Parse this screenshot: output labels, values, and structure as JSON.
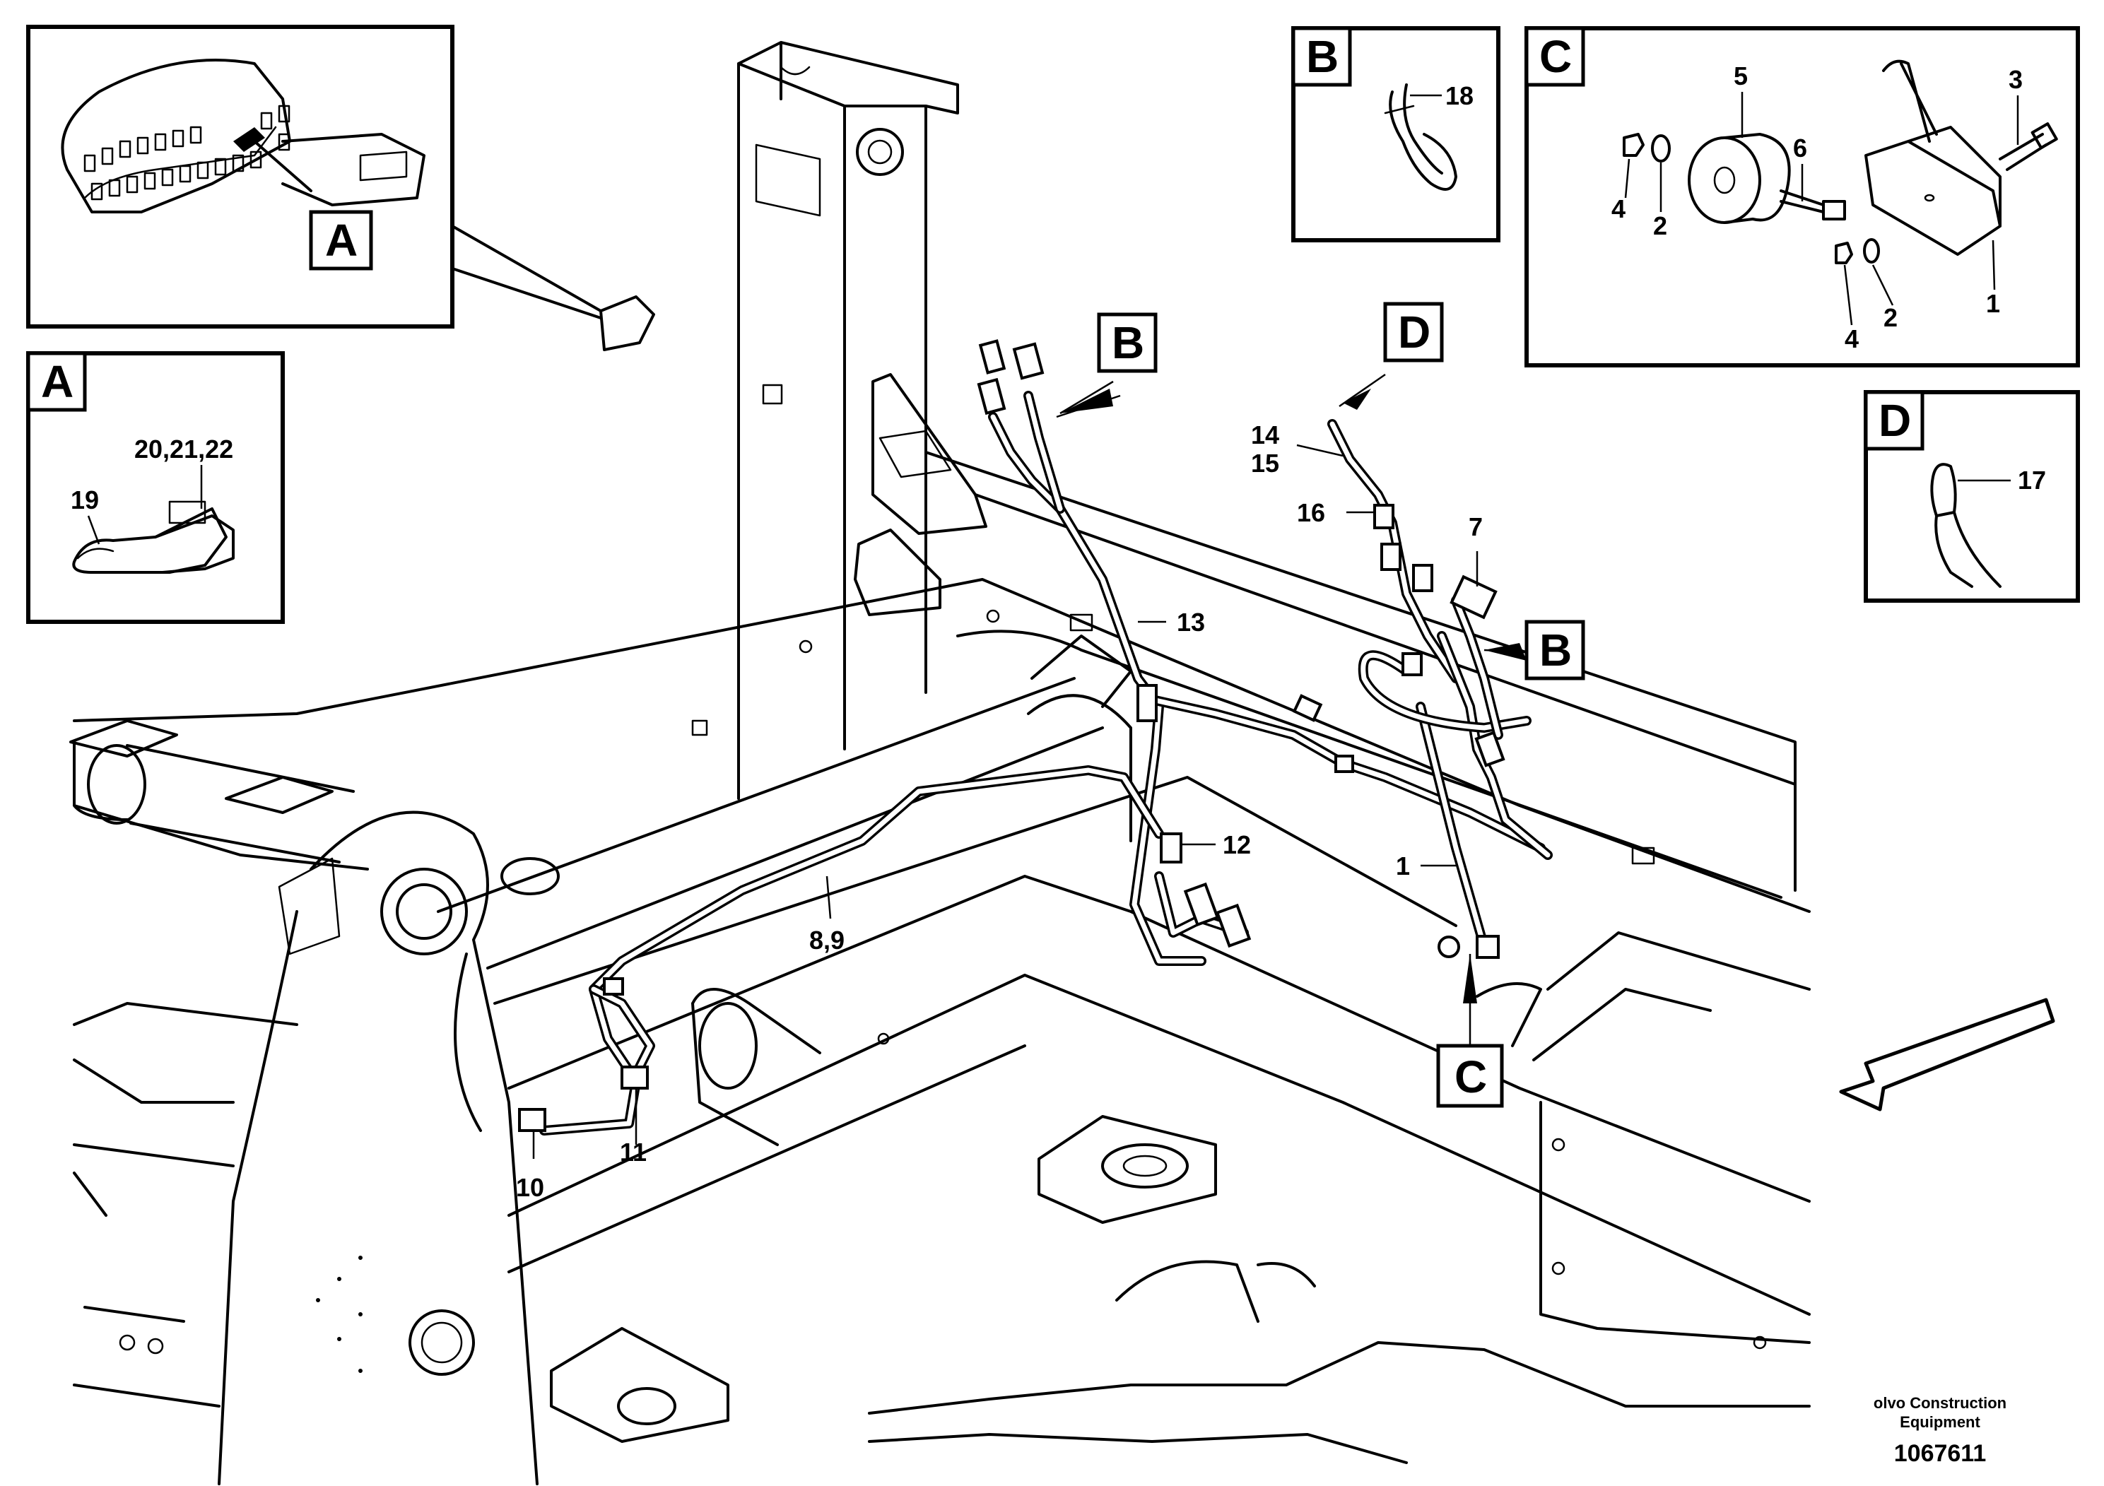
{
  "callouts": {
    "c1": "1",
    "c2a": "2",
    "c2b": "2",
    "c3": "3",
    "c4a": "4",
    "c4b": "4",
    "c5": "5",
    "c6": "6",
    "c7": "7",
    "c8_9": "8,9",
    "c10": "10",
    "c11": "11",
    "c12": "12",
    "c13": "13",
    "c14": "14",
    "c15": "15",
    "c16": "16",
    "c17": "17",
    "c18": "18",
    "c19": "19",
    "c20_22": "20,21,22",
    "c1_main": "1"
  },
  "view_letters": {
    "A_main": "A",
    "A_detail": "A",
    "B_main1": "B",
    "B_main2": "B",
    "B_detail": "B",
    "C_main": "C",
    "C_detail": "C",
    "D_main": "D",
    "D_detail": "D"
  },
  "footer": {
    "publisher": "olvo Construction",
    "publisher_line2": "Equipment",
    "drawing_number": "1067611"
  }
}
